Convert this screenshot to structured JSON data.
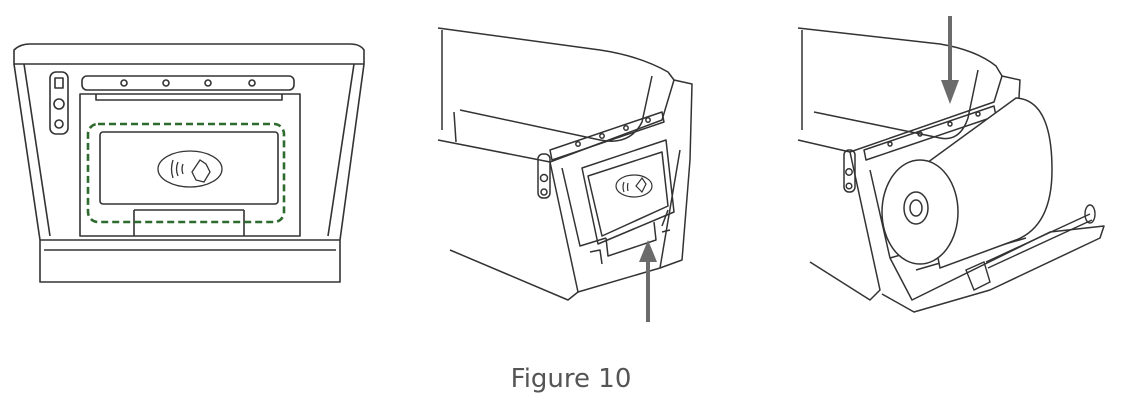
{
  "figure": {
    "caption": "Figure 10",
    "colors": {
      "line": "#333333",
      "nfc_zone_outline": "#2e6b2e",
      "arrow": "#6b6b6b",
      "caption_text": "#555555"
    },
    "panels": [
      {
        "id": "front-view",
        "icons": [
          "contactless-icon"
        ],
        "highlight": "nfc-zone-dashed-outline"
      },
      {
        "id": "open-cover-view",
        "icons": [
          "contactless-icon",
          "up-arrow-icon"
        ]
      },
      {
        "id": "paper-roll-view",
        "icons": [
          "paper-roll-icon",
          "down-arrow-icon"
        ]
      }
    ]
  }
}
